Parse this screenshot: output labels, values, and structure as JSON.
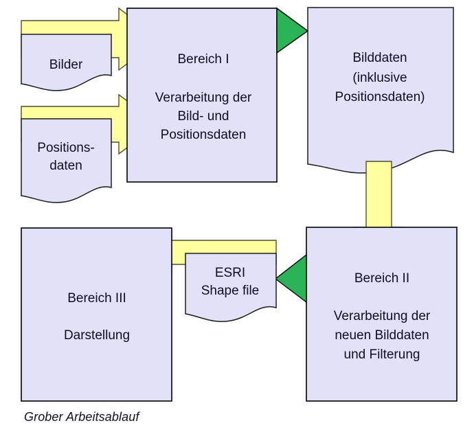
{
  "diagram": {
    "title_caption": "Grober Arbeitsablauf",
    "colors": {
      "box_fill": "#e1e1f7",
      "box_stroke": "#000000",
      "arrow_fill": "#ffffa0",
      "arrow_stroke": "#4d4d33",
      "triangle_fill": "#2bb457",
      "text": "#0d0d26",
      "background": "#ffffff"
    },
    "nodes": {
      "bilder": {
        "label": "Bilder",
        "shape": "document",
        "lines": [
          "Bilder"
        ]
      },
      "positionsdaten": {
        "label": "Positions- daten",
        "shape": "document",
        "lines": [
          "Positions-",
          "daten"
        ]
      },
      "bereich_i": {
        "shape": "rectangle",
        "lines": [
          "Bereich I",
          "Verarbeitung der",
          "Bild- und",
          "Positionsdaten"
        ],
        "heading": "Bereich I",
        "body": [
          "Verarbeitung der",
          "Bild- und",
          "Positionsdaten"
        ]
      },
      "bilddaten": {
        "shape": "document",
        "lines": [
          "Bilddaten",
          "(inklusive",
          "Positionsdaten)"
        ]
      },
      "bereich_ii": {
        "shape": "rectangle",
        "heading": "Bereich II",
        "body": [
          "Verarbeitung der",
          "neuen Bilddaten",
          "und Filterung"
        ],
        "lines": [
          "Bereich II",
          "Verarbeitung der",
          "neuen Bilddaten",
          "und Filterung"
        ]
      },
      "esri_shape_file": {
        "shape": "document",
        "lines": [
          "ESRI",
          "Shape file"
        ]
      },
      "bereich_iii": {
        "shape": "rectangle",
        "heading": "Bereich III",
        "body": [
          "Darstellung"
        ],
        "lines": [
          "Bereich III",
          "Darstellung"
        ]
      }
    },
    "connectors": [
      {
        "name": "bilder-to-bereich-i",
        "kind": "block-arrow",
        "direction": "right",
        "color": "#ffffa0"
      },
      {
        "name": "positionsdaten-to-bereich-i",
        "kind": "block-arrow",
        "direction": "right",
        "color": "#ffffa0"
      },
      {
        "name": "bereich-i-to-bilddaten",
        "kind": "triangle",
        "direction": "right",
        "color": "#2bb457"
      },
      {
        "name": "bilddaten-to-bereich-ii",
        "kind": "block-arrow",
        "direction": "down",
        "color": "#ffffa0"
      },
      {
        "name": "bereich-ii-to-esri",
        "kind": "triangle",
        "direction": "left",
        "color": "#2bb457"
      },
      {
        "name": "esri-to-bereich-iii",
        "kind": "block-arrow",
        "direction": "left",
        "color": "#ffffa0"
      }
    ]
  }
}
